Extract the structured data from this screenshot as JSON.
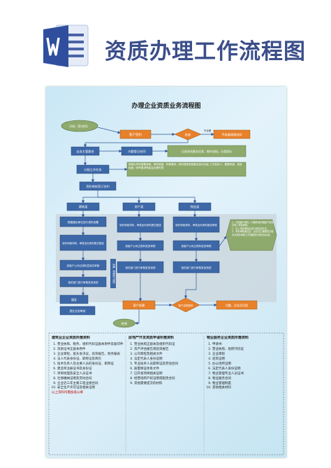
{
  "banner": {
    "title": "资质办理工作流程图"
  },
  "diagram": {
    "title": "办理企业资质业务流程图",
    "start": "开始（签合同）",
    "client_sign": "客户签约",
    "check": "核查",
    "no_pass": "不合格",
    "fail_return": "不具备填报材料",
    "biz_contract": "业务主管跟进",
    "internal_register": "内勤登记合同",
    "record_info": "记录合同基本信息，制作成档，分类保存",
    "assign": "分配工作任务",
    "assign_note": "根据合同的重要程度、紧急程度、特殊要求 / 资料是紧急程度及其优先级 工作量多少、要跟有度、紧急程度 / 例举要求等级及合理时限",
    "material_review": "资料审核签订合约",
    "branches": [
      "建筑类",
      "房产类",
      "物业类"
    ],
    "col1": [
      "根据建设单位进行资料收集",
      "制作网络材料，审核全份资料提交报送",
      "到客户公司过资料发放并审核",
      "相关部门进行审核发放资质"
    ],
    "col2": [
      "制作网络材料，审核全份资料提交报送",
      "到客户公司过资料发放审核",
      "相关部门进行审核发放资质"
    ],
    "col3": [
      "制作网络资料，审核全份资料报送审核",
      "到客户公司过资料发放审核",
      "相关部门进行审核发放资质"
    ],
    "side_note": "1、欠缺客户资料，问题有误问题客户批复并进入事前审核。\n2、出入事前审核后进行资料的补充。\n3、事前审核通过后，由业务主管跟进过程中对资料审核工作需要进行修改及补缺。",
    "side_label": "逾期，资格客户复核",
    "pass_label": "通过审核发放资格",
    "issue": "颁发",
    "issue2": "就业业务审核",
    "service": "客户结算",
    "client_service": "客户结算服务",
    "archive": "归档",
    "service_done": "内勤、业务员归档",
    "end": "结束"
  },
  "requirements": [
    {
      "heading": "建筑业企业资质所需资料",
      "items": [
        "营业执照、税务、组织代码证副本原件及复印件",
        "资质证书正副本原件",
        "企业章程，股东会决议，验资报告，财务报表",
        "法人代表身份证、职称证及简历",
        "技术负责人及主要人员的身份证、职称证",
        "建造师注册证书及身份证",
        "项目经理及安全人员证书",
        "社保缴纳证明及劳动合同",
        "企业近三年主要工程业绩合同",
        "安全生产许可证及相关证明"
      ],
      "foot": "以上资料均需加盖公章"
    },
    {
      "heading": "房地产开发资质申请所需资料",
      "items": [
        "营业执照正副本及组织代码证",
        "资产评估报告或验资报告",
        "公司章程及相关文件",
        "法定代表人身份证明",
        "专业技术人员职称证及劳动合同",
        "质量保证体系文件",
        "已开发项目相关证明",
        "经营场所产权证明或租赁合同",
        "其他需要提交的材料"
      ],
      "foot": ""
    },
    {
      "heading": "物业服务企业资质所需资料",
      "items": [
        "申请书",
        "营业执照、组织代码证",
        "企业章程",
        "验资证明",
        "办公场所证明",
        "法定代表人身份证明",
        "物业管理专业人员证书",
        "物业服务合同",
        "物业管理制度",
        "其他相关材料"
      ],
      "foot": ""
    }
  ]
}
